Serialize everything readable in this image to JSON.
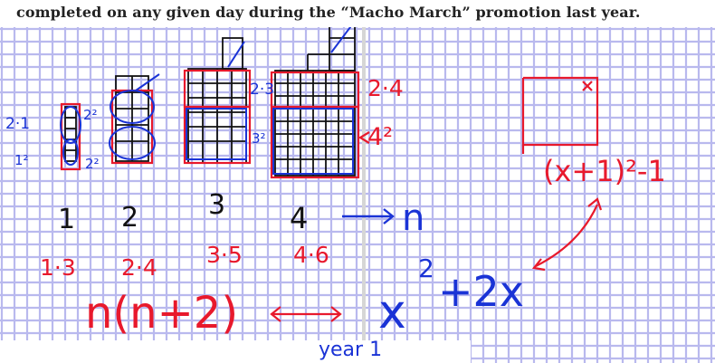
{
  "header_text": "completed on any given day during the “Macho March” promotion last year.",
  "colors": {
    "grid": "#b9b9ee",
    "grid_bg": "#ffffff",
    "pen_red": "#e8192c",
    "pen_blue": "#1a33d6",
    "pen_black": "#111111"
  },
  "figures": {
    "fig1": {
      "label": "1",
      "product": "1·3",
      "left_label": "2·1",
      "bottom_label": "1²",
      "side_top": "2²",
      "side_bottom": "2²"
    },
    "fig2": {
      "label": "2",
      "product": "2·4"
    },
    "fig3": {
      "label": "3",
      "product": "3·5",
      "side_top": "2·3",
      "side_bottom": "3²"
    },
    "fig4": {
      "label": "4",
      "product": "4·6",
      "right_top": "2·4",
      "right_bottom": "4²"
    }
  },
  "arrow_n": "n",
  "expr_left": "n(n+2)",
  "expr_x": "x",
  "expr_x_exp": "2",
  "expr_x_rest": "+2x",
  "expr_right": "(x+1)²-1",
  "footer": "year 1"
}
